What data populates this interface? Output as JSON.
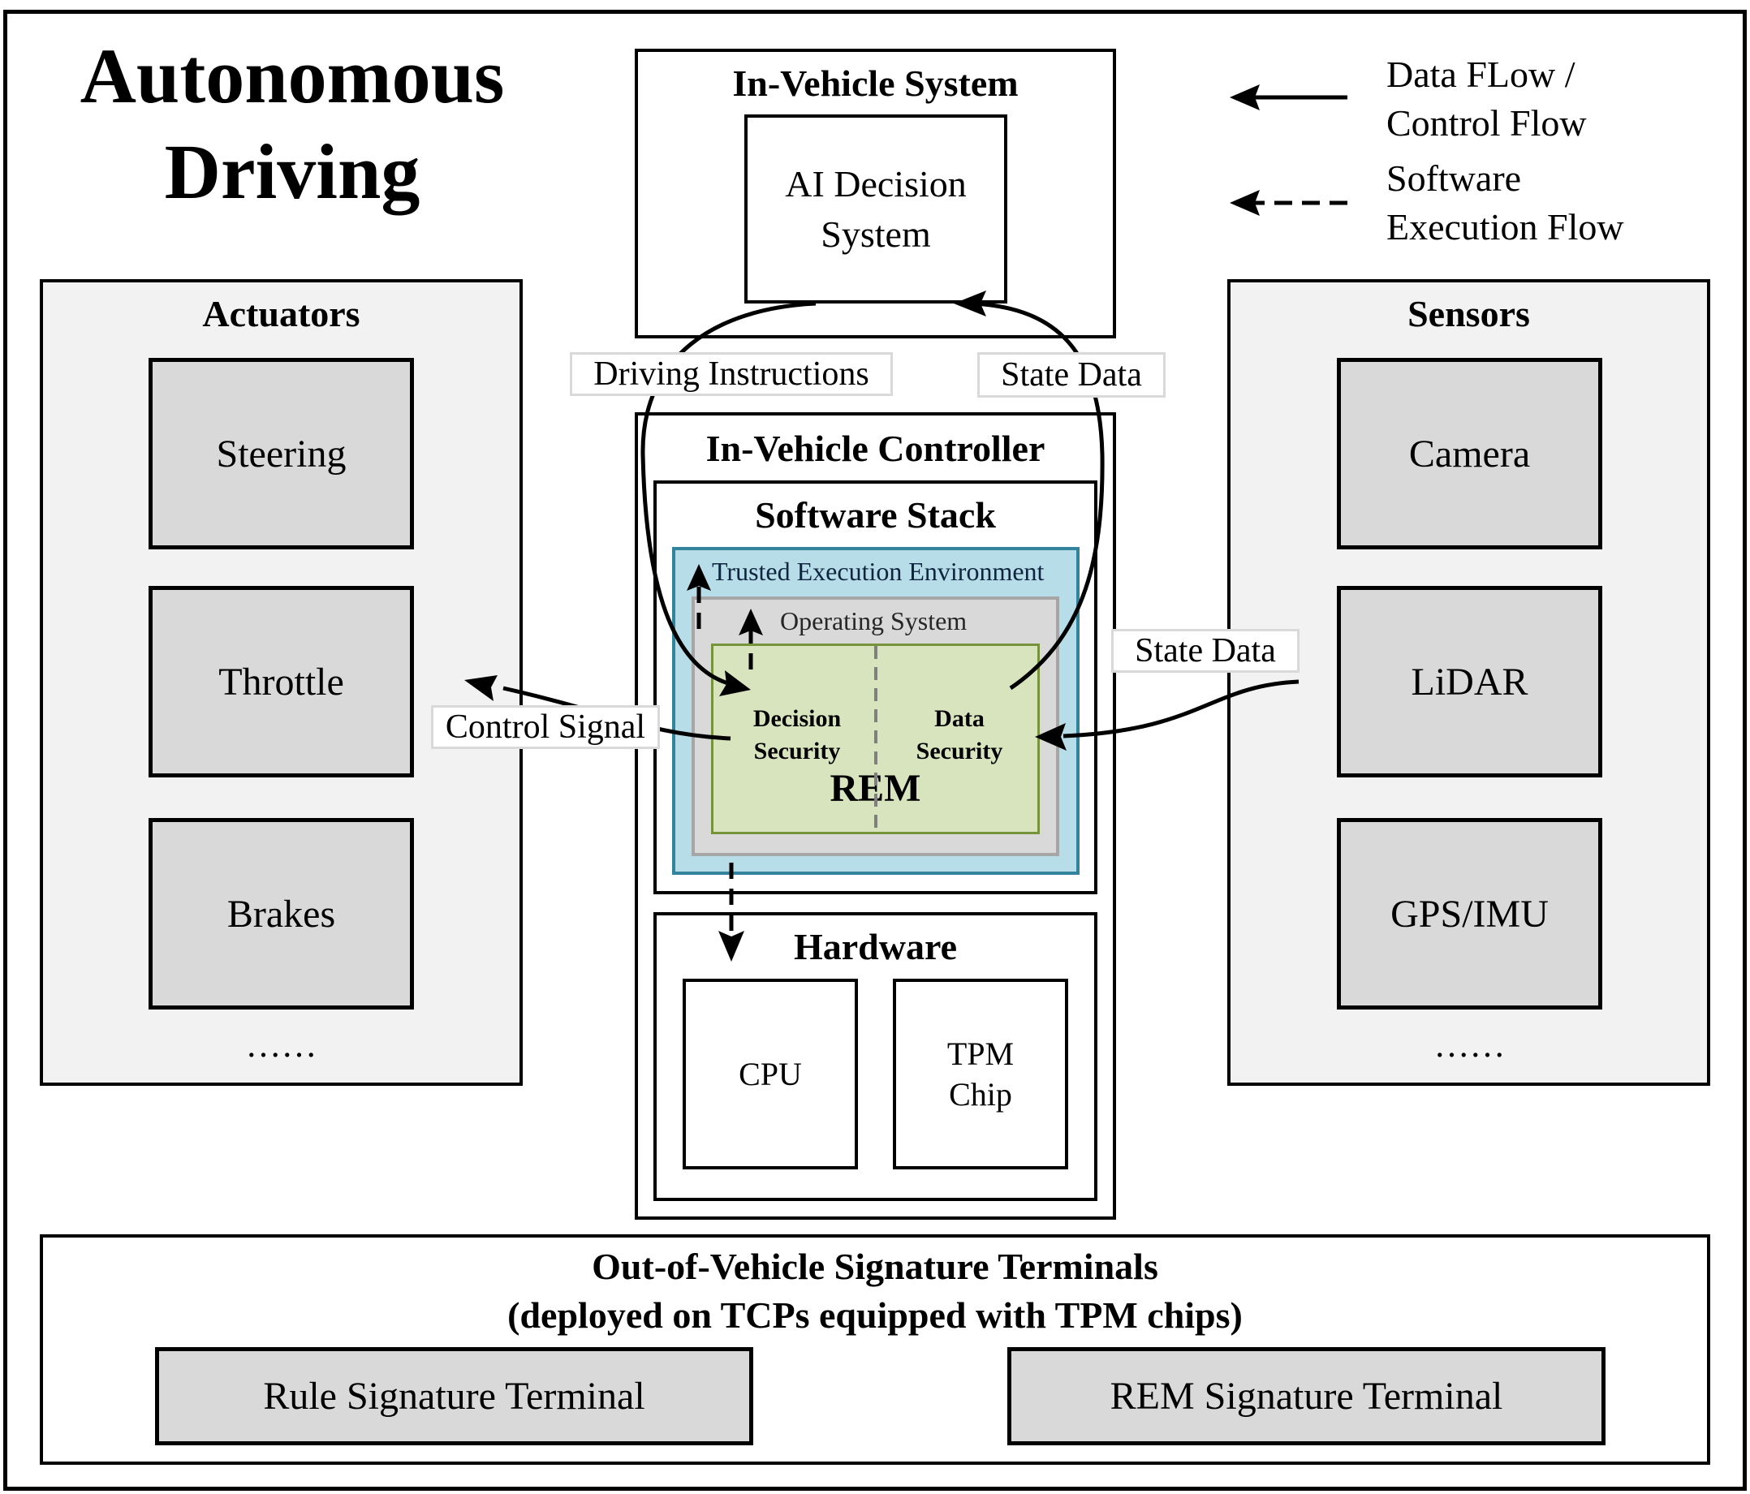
{
  "title": {
    "line1": "Autonomous",
    "line2": "Driving"
  },
  "legend": {
    "solid_label": "Data FLow /\nControl Flow",
    "dashed_label": "Software\nExecution Flow",
    "solid_icon": "solid-arrow-icon",
    "dashed_icon": "dashed-arrow-icon"
  },
  "in_vehicle_system": {
    "title": "In-Vehicle System",
    "ai_decision": "AI Decision\nSystem"
  },
  "actuators": {
    "title": "Actuators",
    "items": [
      "Steering",
      "Throttle",
      "Brakes"
    ],
    "more": "……"
  },
  "sensors": {
    "title": "Sensors",
    "items": [
      "Camera",
      "LiDAR",
      "GPS/IMU"
    ],
    "more": "……"
  },
  "flow_labels": {
    "driving_instructions": "Driving Instructions",
    "state_data_top": "State Data",
    "state_data_right": "State Data",
    "control_signal": "Control Signal"
  },
  "controller": {
    "title": "In-Vehicle Controller",
    "software_stack": "Software Stack",
    "tee": "Trusted Execution Environment",
    "os": "Operating System",
    "decision_security": "Decision\nSecurity",
    "data_security": "Data\nSecurity",
    "rem": "REM",
    "hardware": "Hardware",
    "cpu": "CPU",
    "tpm": "TPM\nChip"
  },
  "terminals": {
    "title_line1": "Out-of-Vehicle Signature Terminals",
    "title_line2": "(deployed on TCPs equipped with TPM chips)",
    "rule": "Rule Signature Terminal",
    "rem": "REM Signature Terminal"
  },
  "colors": {
    "tee_fill": "#b7dde8",
    "tee_border": "#31849b",
    "os_fill": "#d9d9d9",
    "os_border": "#a6a6a6",
    "rem_fill": "#d7e4bd",
    "rem_border": "#77933c",
    "panel_fill": "#f2f2f2",
    "box_fill": "#d9d9d9"
  }
}
